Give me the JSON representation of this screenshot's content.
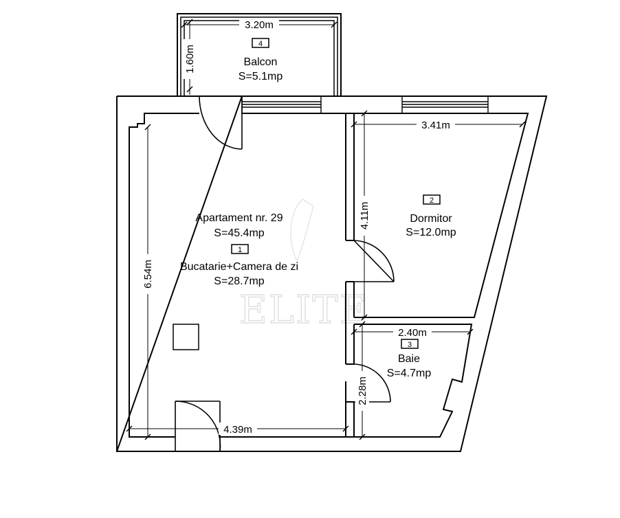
{
  "watermark": "ELITE",
  "rooms": [
    {
      "number": "1",
      "title_line": "Apartament nr. 29",
      "total_area": "S=45.4mp",
      "name": "Bucatarie+Camera de zi",
      "area": "S=28.7mp"
    },
    {
      "number": "2",
      "name": "Dormitor",
      "area": "S=12.0mp"
    },
    {
      "number": "3",
      "name": "Baie",
      "area": "S=4.7mp"
    },
    {
      "number": "4",
      "name": "Balcon",
      "area": "S=5.1mp"
    }
  ],
  "dimensions": {
    "balcony_width": "3.20m",
    "balcony_depth": "1.60m",
    "bedroom_width": "3.41m",
    "bedroom_depth": "4.11m",
    "living_height": "6.54m",
    "living_width": "4.39m",
    "bath_width": "2.40m",
    "bath_depth": "2.28m"
  }
}
